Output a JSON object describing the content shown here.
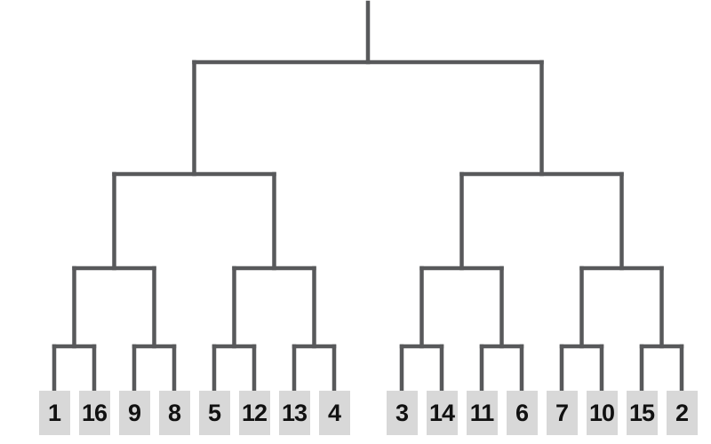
{
  "diagram": {
    "kind": "tournament-bracket",
    "format": "single-elimination",
    "num_teams": 16,
    "num_rounds": 4,
    "seeds": [
      "1",
      "16",
      "9",
      "8",
      "5",
      "12",
      "13",
      "4",
      "3",
      "14",
      "11",
      "6",
      "7",
      "10",
      "15",
      "2"
    ],
    "round1_matchups": [
      [
        "1",
        "16"
      ],
      [
        "9",
        "8"
      ],
      [
        "5",
        "12"
      ],
      [
        "13",
        "4"
      ],
      [
        "3",
        "14"
      ],
      [
        "11",
        "6"
      ],
      [
        "7",
        "10"
      ],
      [
        "15",
        "2"
      ]
    ],
    "colors": {
      "line": "#58595b",
      "seed_box_fill": "#d8d8d8",
      "seed_text": "#111111",
      "background": "#ffffff"
    }
  }
}
